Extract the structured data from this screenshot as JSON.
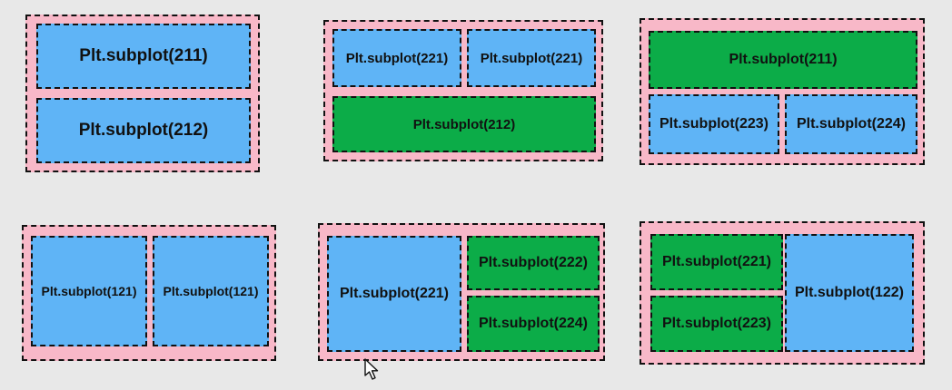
{
  "diagrams": [
    {
      "panels": [
        "Plt.subplot(211)",
        "Plt.subplot(212)"
      ]
    },
    {
      "panels": [
        "Plt.subplot(221)",
        "Plt.subplot(221)",
        "Plt.subplot(212)"
      ]
    },
    {
      "panels": [
        "Plt.subplot(211)",
        "Plt.subplot(223)",
        "Plt.subplot(224)"
      ]
    },
    {
      "panels": [
        "Plt.subplot(121)",
        "Plt.subplot(121)"
      ]
    },
    {
      "panels": [
        "Plt.subplot(221)",
        "Plt.subplot(222)",
        "Plt.subplot(224)"
      ]
    },
    {
      "panels": [
        "Plt.subplot(221)",
        "Plt.subplot(223)",
        "Plt.subplot(122)"
      ]
    }
  ],
  "colors": {
    "figure_bg": "#f8b8c8",
    "axes_blue": "#5fb4f6",
    "axes_green": "#0cac48",
    "page_bg": "#e8e8e8"
  },
  "cursor_icon": "mouse-pointer-icon"
}
